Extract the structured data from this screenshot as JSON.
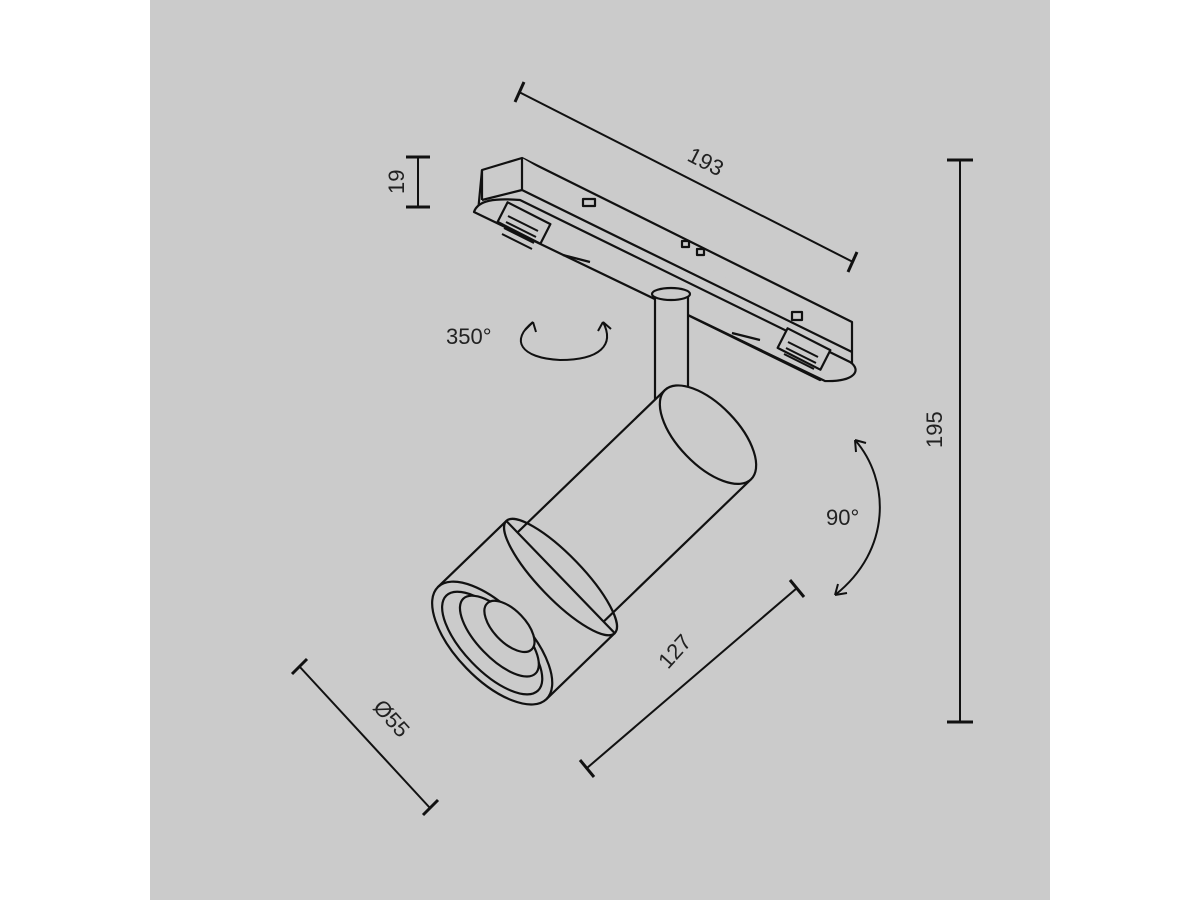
{
  "dimensions": {
    "length": "193",
    "height_track": "19",
    "total_height": "195",
    "body_length": "127",
    "diameter": "Ø55"
  },
  "rotation": {
    "horizontal": "350°",
    "vertical": "90°"
  },
  "colors": {
    "background": "#cbcbcb",
    "line": "#111111"
  }
}
